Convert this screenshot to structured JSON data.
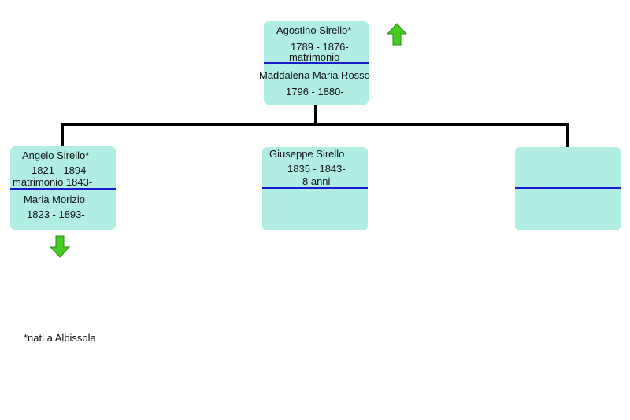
{
  "root": {
    "name": "Agostino Sirello*",
    "dates": "1789 - 1876-",
    "marriage": "matrimonio",
    "spouse_name": "Maddalena Maria Rosso",
    "spouse_dates": "1796 - 1880-"
  },
  "children": [
    {
      "name": "Angelo Sirello*",
      "dates": "1821 - 1894-",
      "marriage": "matrimonio 1843-",
      "spouse_name": "Maria Morizio",
      "spouse_dates": "1823  - 1893-"
    },
    {
      "name": "Giuseppe Sirello",
      "dates": "1835 - 1843-",
      "age": "8 anni"
    },
    {}
  ],
  "footnote": "*nati a Albissola",
  "colors": {
    "box": "#b0eee4",
    "separator": "#1a1acc",
    "arrow": "#44cc22"
  },
  "icons": {
    "up": "arrow-up-icon",
    "down": "arrow-down-icon"
  }
}
